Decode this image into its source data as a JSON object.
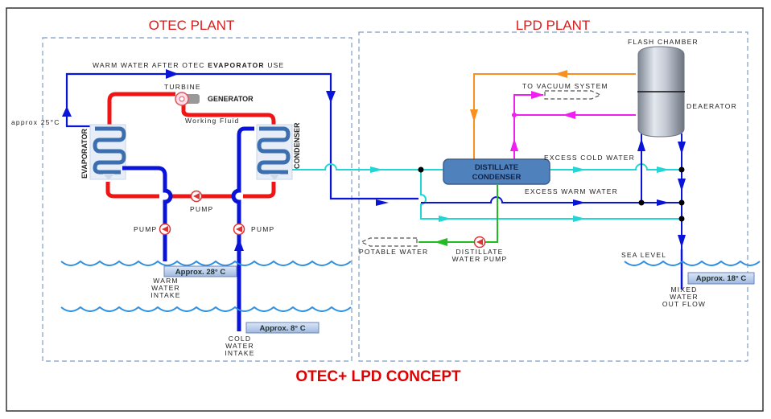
{
  "diagram": {
    "title": "OTEC+ LPD CONCEPT",
    "sections": {
      "otec": {
        "title": "OTEC PLANT"
      },
      "lpd": {
        "title": "LPD PLANT"
      }
    },
    "labels": {
      "warm_water_after": "WARM  WATER  AFTER  OTEC",
      "warm_water_after_bold": "EVAPORATOR",
      "warm_water_after_end": "USE",
      "turbine": "TURBINE",
      "generator": "GENERATOR",
      "working_fluid": "Working  Fluid",
      "approx_25": "approx  25°C",
      "evaporator": "EVAPORATOR",
      "condenser": "CONDENSER",
      "pump_center": "PUMP",
      "pump_left": "PUMP",
      "pump_right": "PUMP",
      "warm_water_intake": [
        "WARM",
        "WATER",
        "INTAKE"
      ],
      "cold_water_intake": [
        "COLD",
        "WATER",
        "INTAKE"
      ],
      "flash_chamber": "FLASH  CHAMBER",
      "deaerator": "DEAERATOR",
      "to_vacuum_system": "TO  VACUUM  SYSTEM",
      "distillate_condenser": [
        "DISTILLATE",
        "CONDENSER"
      ],
      "excess_cold_water": "EXCESS  COLD  WATER",
      "excess_warm_water": "EXCESS  WARM  WATER",
      "potable_water": "POTABLE  WATER",
      "distillate_water_pump": [
        "DISTILLATE",
        "WATER  PUMP"
      ],
      "sea_level": "SEA  LEVEL",
      "mixed_water_outflow": [
        "MIXED",
        "WATER",
        "OUT  FLOW"
      ]
    },
    "temperatures": {
      "warm_intake": "Approx. 28° C",
      "cold_intake": "Approx. 8° C",
      "outflow": "Approx. 18° C"
    },
    "colors": {
      "warm_water": "#0a14d8",
      "working_fluid": "#f01414",
      "cold_return": "#22d6d6",
      "steam": "#f7901e",
      "vacuum": "#f01ef0",
      "distillate": "#22bb22",
      "title_red": "#e00000",
      "dashed_border": "#7f9cc0",
      "condenser_fill": "#4f81bd"
    }
  }
}
